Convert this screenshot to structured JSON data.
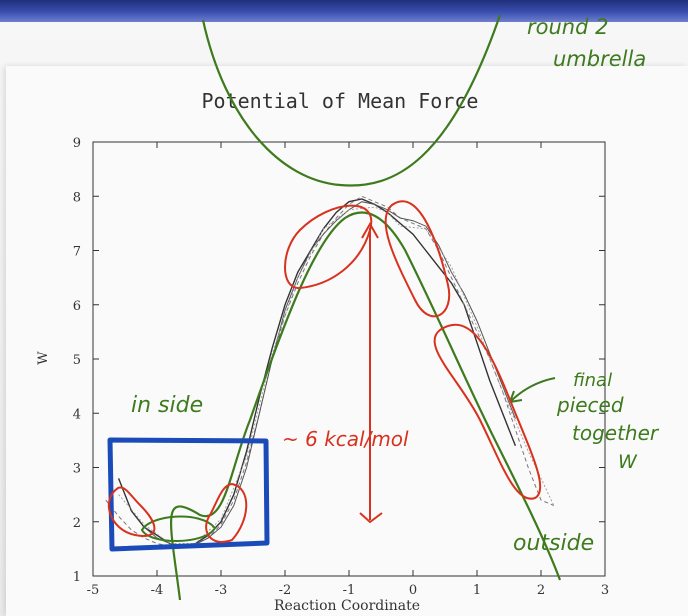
{
  "chart_data": {
    "type": "line",
    "title": "Potential of Mean Force",
    "xlabel": "Reaction Coordinate",
    "ylabel": "W",
    "xlim": [
      -5,
      3
    ],
    "ylim": [
      1,
      9
    ],
    "xticks": [
      -5,
      -4,
      -3,
      -2,
      -1,
      0,
      1,
      2,
      3
    ],
    "yticks": [
      1,
      2,
      3,
      4,
      5,
      6,
      7,
      8,
      9
    ],
    "grid": false,
    "series": [
      {
        "x": [
          -4.6,
          -4.4,
          -4.2,
          -4.0,
          -3.8,
          -3.6,
          -3.4,
          -3.2,
          -3.0,
          -2.8,
          -2.6,
          -2.4,
          -2.2,
          -2.0,
          -1.8,
          -1.6,
          -1.4,
          -1.2,
          -1.0,
          -0.8,
          -0.6,
          -0.4,
          -0.2,
          0.0,
          0.2,
          0.4,
          0.6,
          0.8,
          1.0,
          1.2,
          1.4,
          1.6
        ],
        "values": [
          2.8,
          2.2,
          1.9,
          1.75,
          1.6,
          1.55,
          1.6,
          1.75,
          2.0,
          2.5,
          3.3,
          4.3,
          5.2,
          6.0,
          6.6,
          7.0,
          7.4,
          7.7,
          7.9,
          7.95,
          7.85,
          7.7,
          7.5,
          7.3,
          7.0,
          6.7,
          6.4,
          6.0,
          5.3,
          4.6,
          4.0,
          3.4
        ]
      },
      {
        "x": [
          -4.8,
          -4.6,
          -4.4,
          -4.2,
          -4.0,
          -3.8,
          -3.6,
          -3.4,
          -3.2,
          -3.0,
          -2.8,
          -2.6,
          -2.4,
          -2.2,
          -2.0,
          -1.8,
          -1.6,
          -1.4,
          -1.2,
          -1.0,
          -0.8,
          -0.6,
          -0.4,
          -0.2,
          0.0,
          0.2,
          0.4,
          0.6,
          0.8,
          1.0,
          1.2,
          1.4,
          1.6,
          1.8,
          2.0,
          2.2
        ],
        "values": [
          2.4,
          2.1,
          1.85,
          1.7,
          1.6,
          1.55,
          1.55,
          1.6,
          1.7,
          1.95,
          2.4,
          3.1,
          4.0,
          5.0,
          5.8,
          6.4,
          6.9,
          7.3,
          7.6,
          7.85,
          8.0,
          7.9,
          7.8,
          7.6,
          7.5,
          7.4,
          7.0,
          6.5,
          6.0,
          5.5,
          5.0,
          4.4,
          3.7,
          3.0,
          2.4,
          2.3
        ]
      },
      {
        "x": [
          -4.2,
          -4.0,
          -3.8,
          -3.6,
          -3.4,
          -3.2,
          -3.0,
          -2.8,
          -2.6,
          -2.4,
          -2.2,
          -2.0,
          -1.8,
          -1.6,
          -1.4,
          -1.2,
          -1.0,
          -0.8,
          -0.6,
          -0.4,
          -0.2,
          0.0,
          0.2,
          0.4,
          0.6,
          0.8,
          1.0,
          1.2,
          1.4,
          1.6
        ],
        "values": [
          1.9,
          1.7,
          1.6,
          1.55,
          1.58,
          1.7,
          1.9,
          2.3,
          3.0,
          4.0,
          5.0,
          5.9,
          6.5,
          7.0,
          7.3,
          7.55,
          7.75,
          7.9,
          7.85,
          7.75,
          7.6,
          7.55,
          7.45,
          7.1,
          6.6,
          6.2,
          5.7,
          5.1,
          4.5,
          3.9
        ]
      },
      {
        "x": [
          -4.6,
          -4.2,
          -3.8,
          -3.4,
          -3.0,
          -2.6,
          -2.2,
          -1.8,
          -1.4,
          -1.0,
          -0.6,
          -0.4,
          -0.2,
          0.2,
          0.6,
          1.0,
          1.4,
          1.8,
          2.2
        ],
        "values": [
          2.5,
          1.95,
          1.6,
          1.6,
          2.05,
          3.2,
          5.1,
          6.5,
          7.4,
          7.75,
          7.8,
          7.7,
          7.45,
          7.4,
          6.7,
          5.6,
          4.4,
          3.3,
          2.3
        ]
      }
    ]
  },
  "annotations": {
    "round2": "round 2",
    "umbrella": "umbrella",
    "inside": "in side",
    "barrier": "~ 6 kcal/mol",
    "final": "final",
    "pieced": "pieced",
    "together": "together",
    "w": "W",
    "outside": "outside"
  },
  "colors": {
    "ink_green": "#3e7a1e",
    "ink_red": "#d8321f",
    "ink_blue": "#1b4bb8",
    "curve": "#555555",
    "axes": "#333333"
  }
}
